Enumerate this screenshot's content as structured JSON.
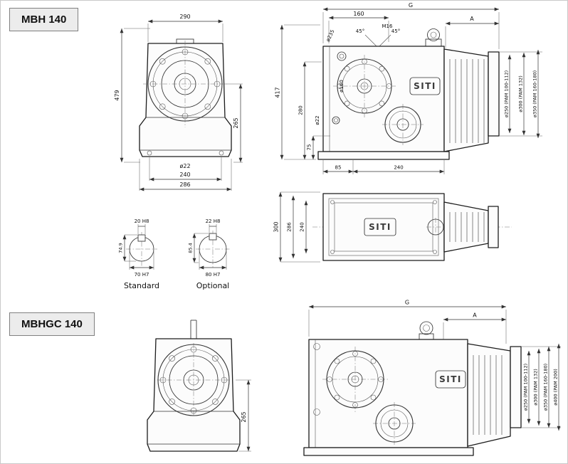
{
  "page": {
    "brand": "SITI"
  },
  "models": {
    "mbh": {
      "title": "MBH 140"
    },
    "mbhgc": {
      "title": "MBHGC 140"
    }
  },
  "mbh": {
    "front": {
      "w290": "290",
      "h479": "479",
      "h265": "265",
      "d22": "ø22",
      "w240": "240",
      "w286": "286"
    },
    "side": {
      "g": "G",
      "a": "A",
      "w160": "160",
      "m16": "M16",
      "a45a": "45°",
      "a45b": "45°",
      "d235": "ø235",
      "h417": "417",
      "h280": "280",
      "d160": "ø160",
      "d22": "ø22",
      "h75": "75",
      "w85": "85",
      "w240": "240",
      "pam": [
        "ø250 (PAM 100-112)",
        "ø300 (PAM 132)",
        "ø350 (PAM 160-180)"
      ]
    },
    "top": {
      "h300": "300",
      "h286": "286",
      "h240": "240"
    },
    "shaft": {
      "standard": {
        "key": "20 H8",
        "depth": "74.9",
        "bore": "70 H7",
        "label": "Standard"
      },
      "optional": {
        "key": "22 H8",
        "depth": "85.4",
        "bore": "80 H7",
        "label": "Optional"
      }
    }
  },
  "mbhgc": {
    "front": {
      "h265": "265"
    },
    "side": {
      "g": "G",
      "a": "A",
      "pam": [
        "ø250 (PAM 100-112)",
        "ø300 (PAM 132)",
        "ø350 (PAM 160-180)",
        "ø400 (PAM 200)"
      ]
    }
  }
}
